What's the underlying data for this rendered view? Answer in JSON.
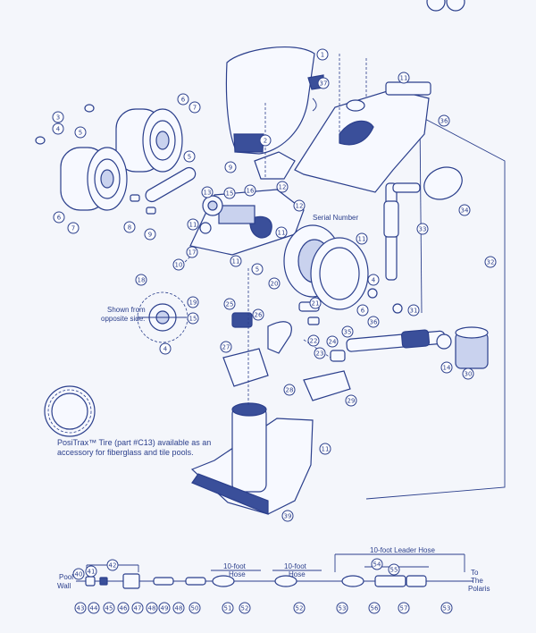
{
  "labels": {
    "serial_number": "Serial Number",
    "shown_from": "Shown from",
    "opposite_side": "opposite side.",
    "positrax_line1": "PosiTrax™ Tire (part #C13) available as an",
    "positrax_line2": "accessory for fiberglass and tile pools.",
    "pool": "Pool",
    "wall": "Wall",
    "hose_10ft": "10-foot",
    "hose": "Hose",
    "leader_hose": "10-foot Leader Hose",
    "to": "To",
    "the": "The",
    "polaris": "Polaris"
  },
  "callouts": [
    {
      "id": "c1",
      "n": "1"
    },
    {
      "id": "c2",
      "n": "2"
    },
    {
      "id": "c3",
      "n": "3"
    },
    {
      "id": "c4a",
      "n": "4"
    },
    {
      "id": "c5a",
      "n": "5"
    },
    {
      "id": "c6a",
      "n": "6"
    },
    {
      "id": "c7a",
      "n": "7"
    },
    {
      "id": "c5b",
      "n": "5"
    },
    {
      "id": "c6b",
      "n": "6"
    },
    {
      "id": "c7b",
      "n": "7"
    },
    {
      "id": "c8",
      "n": "8"
    },
    {
      "id": "c9a",
      "n": "9"
    },
    {
      "id": "c9b",
      "n": "9"
    },
    {
      "id": "c10",
      "n": "10"
    },
    {
      "id": "c11a",
      "n": "11"
    },
    {
      "id": "c11b",
      "n": "11"
    },
    {
      "id": "c11c",
      "n": "11"
    },
    {
      "id": "c11d",
      "n": "11"
    },
    {
      "id": "c11e",
      "n": "11"
    },
    {
      "id": "c12a",
      "n": "12"
    },
    {
      "id": "c12b",
      "n": "12"
    },
    {
      "id": "c13",
      "n": "13"
    },
    {
      "id": "c15a",
      "n": "15"
    },
    {
      "id": "c16",
      "n": "16"
    },
    {
      "id": "c17",
      "n": "17"
    },
    {
      "id": "c18",
      "n": "18"
    },
    {
      "id": "c19",
      "n": "19"
    },
    {
      "id": "c15b",
      "n": "15"
    },
    {
      "id": "c4b",
      "n": "4"
    },
    {
      "id": "c20",
      "n": "20"
    },
    {
      "id": "c5c",
      "n": "5"
    },
    {
      "id": "c6c",
      "n": "6"
    },
    {
      "id": "c4c",
      "n": "4"
    },
    {
      "id": "c31",
      "n": "31"
    },
    {
      "id": "c32",
      "n": "32"
    },
    {
      "id": "c33",
      "n": "33"
    },
    {
      "id": "c34",
      "n": "34"
    },
    {
      "id": "c36",
      "n": "36"
    },
    {
      "id": "c37",
      "n": "37"
    },
    {
      "id": "c21",
      "n": "21"
    },
    {
      "id": "c22",
      "n": "22"
    },
    {
      "id": "c23",
      "n": "23"
    },
    {
      "id": "c24",
      "n": "24"
    },
    {
      "id": "c25",
      "n": "25"
    },
    {
      "id": "c26",
      "n": "26"
    },
    {
      "id": "c27",
      "n": "27"
    },
    {
      "id": "c28",
      "n": "28"
    },
    {
      "id": "c29",
      "n": "29"
    },
    {
      "id": "c35",
      "n": "35"
    },
    {
      "id": "c14",
      "n": "14"
    },
    {
      "id": "c30",
      "n": "30"
    },
    {
      "id": "c36b",
      "n": "36"
    },
    {
      "id": "c11f",
      "n": "11"
    },
    {
      "id": "c39",
      "n": "39"
    },
    {
      "id": "c40",
      "n": "40"
    },
    {
      "id": "c41",
      "n": "41"
    },
    {
      "id": "c42",
      "n": "42"
    },
    {
      "id": "c43",
      "n": "43"
    },
    {
      "id": "c44",
      "n": "44"
    },
    {
      "id": "c45",
      "n": "45"
    },
    {
      "id": "c46",
      "n": "46"
    },
    {
      "id": "c47",
      "n": "47"
    },
    {
      "id": "c48a",
      "n": "48"
    },
    {
      "id": "c49",
      "n": "49"
    },
    {
      "id": "c48b",
      "n": "48"
    },
    {
      "id": "c50",
      "n": "50"
    },
    {
      "id": "c51",
      "n": "51"
    },
    {
      "id": "c52a",
      "n": "52"
    },
    {
      "id": "c52b",
      "n": "52"
    },
    {
      "id": "c53a",
      "n": "53"
    },
    {
      "id": "c54",
      "n": "54"
    },
    {
      "id": "c55",
      "n": "55"
    },
    {
      "id": "c56",
      "n": "56"
    },
    {
      "id": "c57",
      "n": "57"
    },
    {
      "id": "c53b",
      "n": "53"
    }
  ],
  "colors": {
    "ink": "#2b3f8c",
    "paper": "#f4f6fb",
    "fill_dark": "#3a4f9a"
  }
}
